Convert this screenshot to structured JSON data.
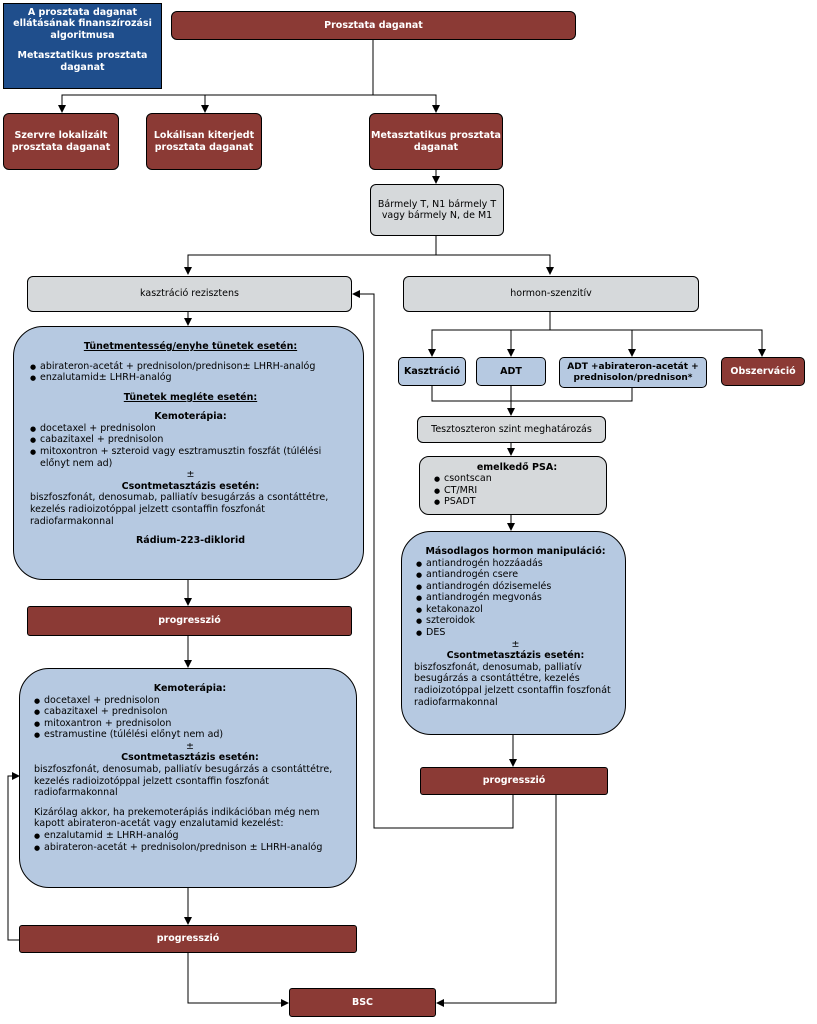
{
  "title_box": {
    "line1": "A prosztata daganat ellátásának finanszírozási algoritmusa",
    "line2": "Metasztatikus prosztata daganat"
  },
  "top": "Prosztata daganat",
  "organ_localized": "Szervre lokalizált prosztata daganat",
  "locally_spread": "Lokálisan kiterjedt prosztata daganat",
  "metastatic": "Metasztatikus prosztata daganat",
  "tnm": "Bármely T, N1 bármely T vagy bármely N, de M1",
  "castration_resistant": "kasztráció rezisztens",
  "hormone_sensitive": "hormon-szenzitív",
  "options": {
    "castration": "Kasztráció",
    "adt": "ADT",
    "adt_combo": "ADT +abirateron-acetát + prednisolon/prednison*",
    "observation": "Obszerváció"
  },
  "testosterone": "Tesztoszteron szint meghatározás",
  "psa": {
    "title": "emelkedő PSA:",
    "items": [
      "csontscan",
      "CT/MRI",
      "PSADT"
    ]
  },
  "secondary": {
    "title": "Másodlagos hormon manipuláció:",
    "items": [
      "antiandrogén hozzáadás",
      "antiandrogén csere",
      "antiandrogén dózisemelés",
      "antiandrogén megvonás",
      "ketakonazol",
      "szteroidok",
      "DES"
    ],
    "plusminus": "±",
    "bone_title": "Csontmetasztázis esetén:",
    "bone_text": "biszfoszfonát, denosumab, palliatív besugárzás a csontáttétre, kezelés radioizotóppal jelzett csontaffin foszfonát radiofarmakonnal"
  },
  "first_line": {
    "mild_title": "Tünetmentesség/enyhe tünetek esetén:",
    "mild_items": [
      "abirateron-acetát + prednisolon/prednison± LHRH-analóg",
      "enzalutamid± LHRH-analóg"
    ],
    "symptoms_title": "Tünetek megléte esetén:",
    "chemo_title": "Kemoterápia:",
    "chemo_items": [
      "docetaxel + prednisolon",
      "cabazitaxel + prednisolon",
      "mitoxontron + szteroid vagy esztramusztin foszfát (túlélési előnyt nem ad)"
    ],
    "plusminus": "±",
    "bone_title": "Csontmetasztázis esetén:",
    "bone_text": "biszfoszfonát, denosumab, palliatív besugárzás a csontáttétre, kezelés radioizotóppal jelzett csontaffin foszfonát radiofarmakonnal",
    "radium": "Rádium-223-diklorid"
  },
  "second_line": {
    "chemo_title": "Kemoterápia:",
    "chemo_items": [
      "docetaxel + prednisolon",
      "cabazitaxel + prednisolon",
      "mitoxantron + prednisolon",
      "estramustine (túlélési előnyt nem ad)"
    ],
    "plusminus": "±",
    "bone_title": "Csontmetasztázis esetén:",
    "bone_text": "biszfoszfonát, denosumab, palliatív besugárzás a csontáttétre, kezelés radioizotóppal jelzett csontaffin foszfonát radiofarmakonnal",
    "note": "Kizárólag akkor, ha prekemoterápiás indikációban még nem kapott abirateron-acetát vagy enzalutamid kezelést:",
    "note_items": [
      "enzalutamid ± LHRH-analóg",
      "abirateron-acetát + prednisolon/prednison ± LHRH-analóg"
    ]
  },
  "progression": "progresszió",
  "bsc": "BSC"
}
